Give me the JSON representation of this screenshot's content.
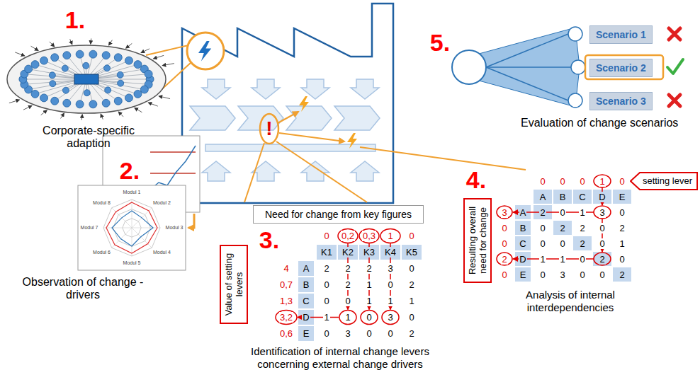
{
  "diagram": {
    "nodes": [
      {
        "text": [
          "Scenario 1"
        ]
      },
      {
        "text": [
          "Scenario 2"
        ]
      },
      {
        "text": [
          "Scenario 3"
        ]
      },
      {
        "text": [
          "setting lever"
        ]
      },
      {
        "text": [
          "Resulting overall need for change"
        ]
      },
      {
        "text": [
          "Need for change from key figures"
        ]
      },
      {
        "text": [
          "Value of setting levers"
        ]
      }
    ],
    "labels": [
      "1.",
      "Corporate-specific adaption",
      "2.",
      "Observation of change -drivers",
      "Modul 1",
      "Modul 2",
      "Modul 3",
      "Modul 4",
      "Modul 5",
      "Modul 6",
      "Modul 7",
      "Modul 8",
      "!",
      "3.",
      "0",
      "0,2",
      "0,3",
      "1",
      "0",
      "K1",
      "K2",
      "K3",
      "K4",
      "K5",
      "4",
      "A",
      "2",
      "2",
      "2",
      "3",
      "0",
      "0,7",
      "B",
      "0",
      "2",
      "1",
      "0",
      "2",
      "1,3",
      "C",
      "0",
      "0",
      "1",
      "1",
      "1",
      "3,2",
      "D",
      "1",
      "1",
      "0",
      "3",
      "0",
      "0,6",
      "E",
      "0",
      "3",
      "0",
      "0",
      "2",
      "Identification of internal change levers concerning external change drivers",
      "4.",
      "0",
      "0",
      "0",
      "1",
      "0",
      "A",
      "B",
      "C",
      "D",
      "E",
      "3",
      "A",
      "2",
      "0",
      "1",
      "3",
      "0",
      "0",
      "B",
      "0",
      "2",
      "2",
      "0",
      "2",
      "0",
      "C",
      "0",
      "0",
      "2",
      "0",
      "1",
      "2",
      "D",
      "1",
      "1",
      "0",
      "2",
      "0",
      "0",
      "E",
      "0",
      "3",
      "0",
      "0",
      "2",
      "Analysis of internal interdependencies",
      "5.",
      "Evaluation of change scenarios"
    ]
  }
}
